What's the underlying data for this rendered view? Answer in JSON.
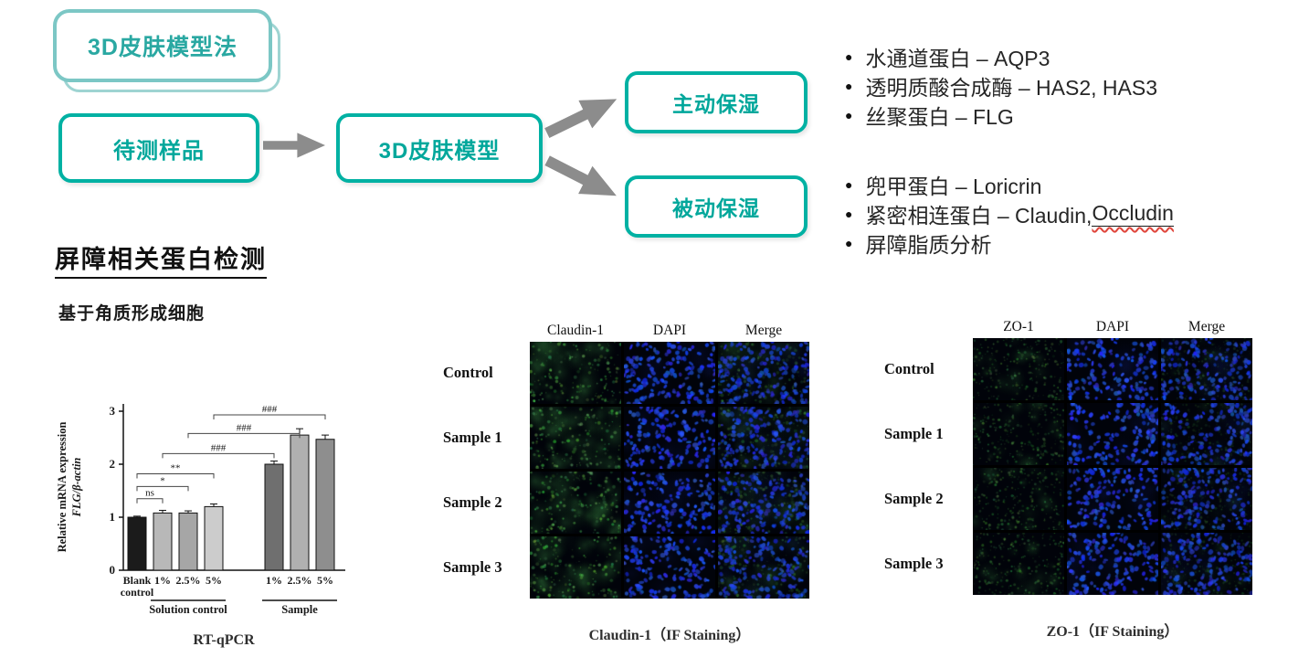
{
  "palette": {
    "teal": "#00b1a3",
    "teal_light": "#7cc7c5",
    "arrow_gray": "#8c8c8c",
    "text_dark": "#262626"
  },
  "icons": {
    "bullet": "●"
  },
  "flow": {
    "method_label": "3D皮肤模型法",
    "sample_label": "待测样品",
    "model_label": "3D皮肤模型",
    "active_label": "主动保湿",
    "passive_label": "被动保湿"
  },
  "bullets": {
    "active": [
      "水通道蛋白 – AQP3",
      "透明质酸合成酶 – HAS2, HAS3",
      "丝聚蛋白 – FLG"
    ],
    "passive": [
      {
        "text": "兜甲蛋白 – Loricrin"
      },
      {
        "prefix": "紧密相连蛋白 – Claudin, ",
        "spellchecked": "Occludin"
      },
      {
        "text": "屏障脂质分析"
      }
    ]
  },
  "section": {
    "title": "屏障相关蛋白检测",
    "subtitle": "基于角质形成细胞"
  },
  "chart_data": {
    "type": "bar",
    "caption": "RT-qPCR",
    "ylabel_line1": "Relative mRNA expression",
    "ylabel_line2": "FLG/β-actin",
    "ylim": [
      0,
      3
    ],
    "yticks": [
      0,
      1,
      2,
      3
    ],
    "categories": [
      "Blank\ncontrol",
      "1%",
      "2.5%",
      "5%",
      "1%",
      "2.5%",
      "5%"
    ],
    "values": [
      1.0,
      1.08,
      1.08,
      1.2,
      2.0,
      2.55,
      2.47
    ],
    "errors": [
      0.02,
      0.05,
      0.04,
      0.05,
      0.06,
      0.12,
      0.08
    ],
    "bar_colors": [
      "#1b1b1b",
      "#b8b8b8",
      "#a6a6a6",
      "#cccccc",
      "#6f6f6f",
      "#b0b0b0",
      "#8e8e8e"
    ],
    "group_labels": [
      {
        "label": "Solution control",
        "from": 1,
        "to": 3
      },
      {
        "label": "Sample",
        "from": 4,
        "to": 6
      }
    ],
    "significance": [
      {
        "label": "ns",
        "from": 0,
        "to": 1,
        "y": 1.35
      },
      {
        "label": "*",
        "from": 0,
        "to": 2,
        "y": 1.58
      },
      {
        "label": "**",
        "from": 0,
        "to": 3,
        "y": 1.82
      },
      {
        "label": "###",
        "from": 1,
        "to": 4,
        "y": 2.2
      },
      {
        "label": "###",
        "from": 2,
        "to": 5,
        "y": 2.58
      },
      {
        "label": "###",
        "from": 3,
        "to": 6,
        "y": 2.93
      }
    ],
    "grid": false,
    "legend": "none"
  },
  "claudin_panel": {
    "col_headers": [
      "Claudin-1",
      "DAPI",
      "Merge"
    ],
    "row_labels": [
      "Control",
      "Sample 1",
      "Sample 2",
      "Sample 3"
    ],
    "caption": "Claudin-1（IF Staining）"
  },
  "zo1_panel": {
    "col_headers": [
      "ZO-1",
      "DAPI",
      "Merge"
    ],
    "row_labels": [
      "Control",
      "Sample 1",
      "Sample 2",
      "Sample 3"
    ],
    "caption": "ZO-1（IF Staining）"
  }
}
